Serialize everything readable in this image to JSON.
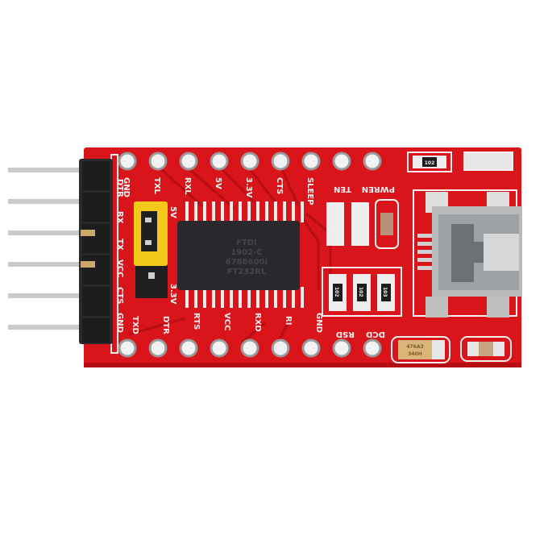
{
  "image": {
    "subject": "FT232RL USB to TTL serial adapter board",
    "background": "#ffffff",
    "board_color": "#d9141b",
    "board_dark": "#a80c12",
    "silk_color": "#f4f0f0"
  },
  "top_pads": [
    {
      "label": "GND"
    },
    {
      "label": "TXL"
    },
    {
      "label": "RXL"
    },
    {
      "label": "5V"
    },
    {
      "label": "3.3V"
    },
    {
      "label": "CTS"
    },
    {
      "label": "SLEEP"
    },
    {
      "label": "TEN"
    },
    {
      "label": "PWREN"
    }
  ],
  "bottom_pads": [
    {
      "label": "TXD"
    },
    {
      "label": "DTR"
    },
    {
      "label": "RTS"
    },
    {
      "label": "VCC"
    },
    {
      "label": "RXD"
    },
    {
      "label": "RI"
    },
    {
      "label": "GND"
    },
    {
      "label": "RSD"
    },
    {
      "label": "DCD"
    }
  ],
  "header_labels": [
    "GND",
    "DTR",
    "RX",
    "TX",
    "VCC",
    "CTS"
  ],
  "header_bottom_label": "GND",
  "jumper": {
    "top_label": "5V",
    "bottom_label": "3.3V",
    "color": "#f2c91a"
  },
  "chip": {
    "brand": "FTDI",
    "line1": "1902-C",
    "line2": "6788600I",
    "line3": "FT232RL"
  },
  "resistors": [
    {
      "code": "102"
    },
    {
      "code": "102"
    },
    {
      "code": "103"
    }
  ],
  "top_right_resistor": {
    "code": "102"
  },
  "tantalum_cap": {
    "line1": "476A3",
    "line2": "340H"
  },
  "usb_connector": {
    "type": "mini-USB"
  }
}
